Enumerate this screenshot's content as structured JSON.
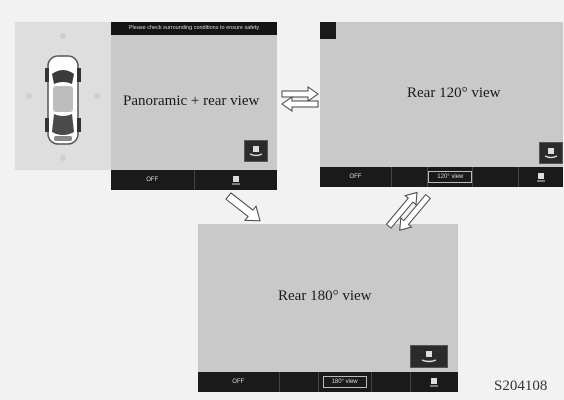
{
  "screens": {
    "panoramic": {
      "notice": "Please check surrounding conditions to ensure safety",
      "view_label": "Panoramic + rear view",
      "bar": {
        "off_label": "OFF",
        "camera_icon": "camera-icon"
      }
    },
    "rear120": {
      "view_label": "Rear 120° view",
      "bar": {
        "off_label": "OFF",
        "view_label": "120° view",
        "camera_icon": "camera-icon"
      }
    },
    "rear180": {
      "view_label": "Rear 180° view",
      "bar": {
        "off_label": "OFF",
        "view_label": "180° view",
        "camera_icon": "camera-icon"
      }
    }
  },
  "arrows": {
    "panoramic_to_rear120": "double-arrow-horizontal",
    "panoramic_to_rear180": "arrow-diagonal",
    "rear120_to_rear180": "double-arrow-diagonal"
  },
  "figure_code": "S204108",
  "colors": {
    "screen_bg": "#c9c9c9",
    "bar_bg": "#1a1a1a",
    "page_bg": "#f2f2f2"
  }
}
